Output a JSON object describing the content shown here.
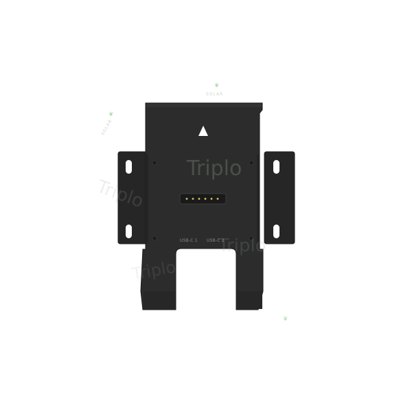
{
  "product": {
    "port_labels": [
      "USB-C 1",
      "USB-C 2"
    ],
    "colors": {
      "body": "#2b2b2b",
      "edge": "#1c1c1c",
      "label": "#8a8a8a",
      "connector": "#1a1a1a",
      "pin": "#d8c86a",
      "arrow": "#ffffff"
    }
  },
  "watermark": {
    "text": "Triplo",
    "small_text": "SOLAR",
    "color": "#9aaa9a",
    "leaf_color": "#8fc98f"
  }
}
